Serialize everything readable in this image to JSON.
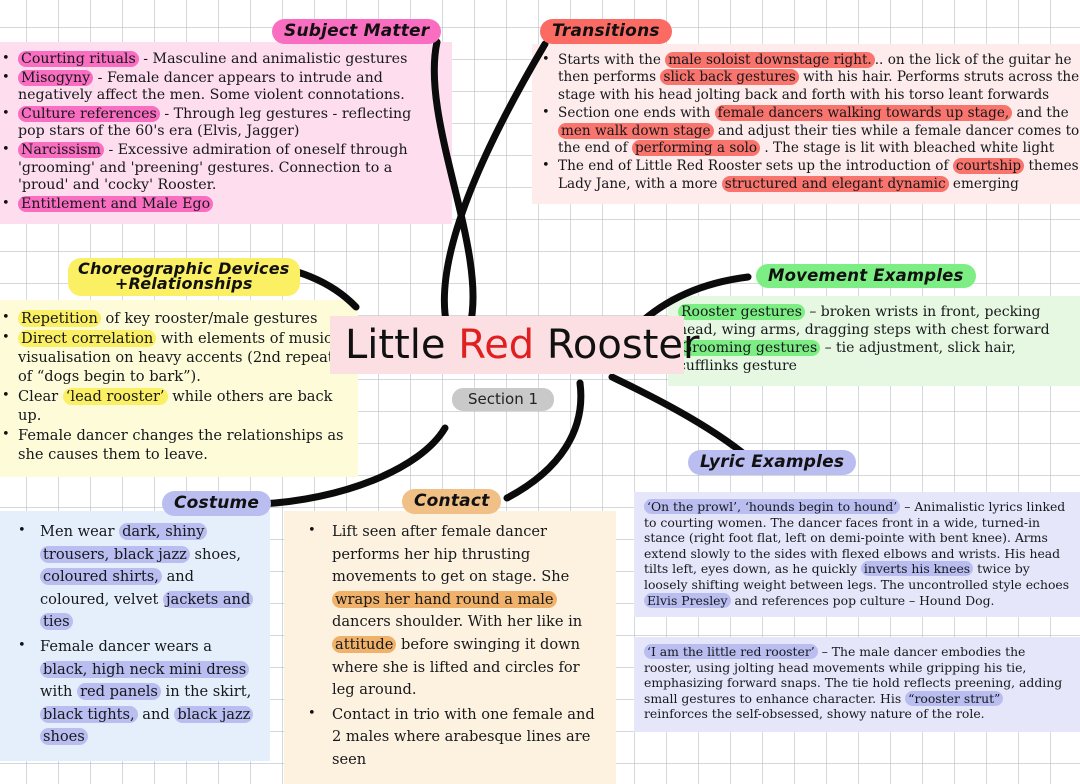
{
  "centre": {
    "title_part1": "Little ",
    "title_red": "Red",
    "title_part2": " Rooster",
    "section_badge": "Section 1"
  },
  "colors": {
    "subject_pill": "#f96ec0",
    "subject_panel": "#fdddee",
    "transitions_pill": "#fb6b63",
    "transitions_panel": "#fdeceb",
    "choreo_pill": "#fbef63",
    "choreo_panel": "#fdfbd8",
    "movement_pill": "#7dee84",
    "movement_panel": "#e6f8e2",
    "lyric_pill": "#b9bdf0",
    "lyric_panel": "#e6e6fa",
    "costume_pill": "#b9bdf0",
    "costume_panel": "#e4effb",
    "contact_pill": "#f0c086",
    "contact_panel": "#fdf2df",
    "centre_panel": "#fcdfe2",
    "centre_red": "#e02020",
    "badge": "#c9c9c9"
  },
  "subject_matter": {
    "heading": "Subject Matter",
    "items": [
      [
        {
          "t": "Courting rituals",
          "hl": "#f96ec0"
        },
        {
          "t": " - Masculine and animalistic gestures"
        }
      ],
      [
        {
          "t": "Misogyny",
          "hl": "#f96ec0"
        },
        {
          "t": " - Female dancer appears to intrude and negatively affect the men. Some violent connotations."
        }
      ],
      [
        {
          "t": "Culture references",
          "hl": "#f96ec0"
        },
        {
          "t": " - Through leg gestures - reflecting pop stars of the 60's era (Elvis, Jagger)"
        }
      ],
      [
        {
          "t": "Narcissism",
          "hl": "#f96ec0"
        },
        {
          "t": " - Excessive admiration of oneself through 'grooming' and 'preening' gestures. Connection to a 'proud' and 'cocky' Rooster."
        }
      ],
      [
        {
          "t": "Entitlement and Male Ego",
          "hl": "#f96ec0"
        }
      ]
    ]
  },
  "transitions": {
    "heading": "Transitions",
    "items": [
      [
        {
          "t": "Starts with the "
        },
        {
          "t": "male soloist downstage right.",
          "hl": "#f8746c"
        },
        {
          "t": ".. on the lick of the guitar he then performs "
        },
        {
          "t": "slick back gestures",
          "hl": "#f8746c"
        },
        {
          "t": " with his hair. Performs struts across the stage with his head jolting back and forth with his torso leant forwards"
        }
      ],
      [
        {
          "t": "Section one ends with "
        },
        {
          "t": "female dancers walking towards up stage,",
          "hl": "#f8746c"
        },
        {
          "t": " and the "
        },
        {
          "t": "men walk down stage",
          "hl": "#f8746c"
        },
        {
          "t": " and adjust their ties while a female dancer comes to the end of "
        },
        {
          "t": "performing a solo",
          "hl": "#f8746c"
        },
        {
          "t": " . The stage is lit with bleached white light"
        }
      ],
      [
        {
          "t": "The end of Little Red Rooster sets up the introduction of "
        },
        {
          "t": "courtship",
          "hl": "#f8746c"
        },
        {
          "t": " themes in Lady Jane, with a more "
        },
        {
          "t": "structured and elegant dynamic",
          "hl": "#f8746c"
        },
        {
          "t": " emerging"
        }
      ]
    ]
  },
  "choreographic_devices": {
    "heading_line1": "Choreographic Devices",
    "heading_line2": "+Relationships",
    "items": [
      [
        {
          "t": "Repetition",
          "hl": "#fbef63"
        },
        {
          "t": " of key rooster/male gestures"
        }
      ],
      [
        {
          "t": "Direct correlation",
          "hl": "#fbef63"
        },
        {
          "t": " with elements of music visualisation on heavy accents (2nd repeat of “dogs begin to bark”)."
        }
      ],
      [
        {
          "t": "Clear "
        },
        {
          "t": "‘lead rooster’",
          "hl": "#fbef63"
        },
        {
          "t": " while others are back up."
        }
      ],
      [
        {
          "t": "Female dancer changes the relationships as she causes them to leave."
        }
      ]
    ]
  },
  "movement_examples": {
    "heading": "Movement Examples",
    "items": [
      [
        {
          "t": "Rooster gestures",
          "hl": "#7dee84"
        },
        {
          "t": " – broken wrists in front, pecking head, wing arms, dragging steps with chest forward"
        }
      ],
      [
        {
          "t": "Grooming gestures",
          "hl": "#7dee84"
        },
        {
          "t": " – tie adjustment, slick hair, cufflinks gesture"
        }
      ]
    ]
  },
  "lyric_examples": {
    "heading": "Lyric Examples",
    "paragraphs": [
      [
        {
          "t": "‘On the prowl’, ‘hounds begin to hound’",
          "hl": "#b9bdf0"
        },
        {
          "t": " – Animalistic lyrics linked to courting women. The dancer faces front in a wide, turned-in stance (right foot flat, left on demi-pointe with bent knee). Arms extend slowly to the sides with flexed elbows and wrists. His head tilts left, eyes down, as he quickly "
        },
        {
          "t": "inverts his knees",
          "hl": "#b9bdf0"
        },
        {
          "t": " twice by loosely shifting weight between legs. The uncontrolled style echoes "
        },
        {
          "t": "Elvis Presley",
          "hl": "#b9bdf0"
        },
        {
          "t": " and references pop culture – Hound Dog."
        }
      ],
      [
        {
          "t": "‘I am the little red rooster’",
          "hl": "#b9bdf0"
        },
        {
          "t": " – The male dancer embodies the rooster, using jolting head movements while gripping his tie, emphasizing forward snaps. The tie hold reflects preening, adding small gestures to enhance character. His "
        },
        {
          "t": "“rooster strut”",
          "hl": "#b9bdf0"
        },
        {
          "t": " reinforces the self-obsessed, showy nature of the role."
        }
      ]
    ]
  },
  "costume": {
    "heading": "Costume",
    "items": [
      [
        {
          "t": "Men wear "
        },
        {
          "t": "dark, shiny trousers, black jazz",
          "hl": "#b9bdf0"
        },
        {
          "t": " shoes, "
        },
        {
          "t": "coloured shirts,",
          "hl": "#b9bdf0"
        },
        {
          "t": " and coloured, velvet "
        },
        {
          "t": "jackets and ties",
          "hl": "#b9bdf0"
        }
      ],
      [
        {
          "t": "Female dancer wears a "
        },
        {
          "t": "black, high neck mini dress",
          "hl": "#b9bdf0"
        },
        {
          "t": " with "
        },
        {
          "t": "red panels",
          "hl": "#b9bdf0"
        },
        {
          "t": " in the skirt, "
        },
        {
          "t": "black tights,",
          "hl": "#b9bdf0"
        },
        {
          "t": " and "
        },
        {
          "t": "black jazz shoes",
          "hl": "#b9bdf0"
        }
      ]
    ]
  },
  "contact": {
    "heading": "Contact",
    "items": [
      [
        {
          "t": "Lift seen after female dancer performs her hip thrusting movements to get on stage. She "
        },
        {
          "t": "wraps her hand round a male",
          "hl": "#f0b26a"
        },
        {
          "t": " dancers shoulder. With her like in "
        },
        {
          "t": "attitude",
          "hl": "#f0b26a"
        },
        {
          "t": " before swinging it down where she is lifted and circles for leg around."
        }
      ],
      [
        {
          "t": "Contact in trio with one female and 2 males where arabesque lines are seen"
        }
      ]
    ]
  }
}
